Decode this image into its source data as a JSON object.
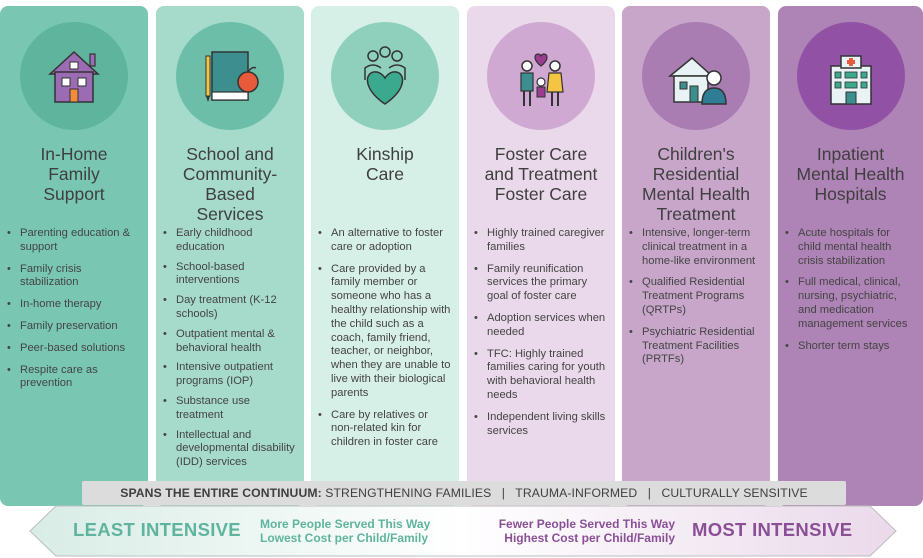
{
  "columns": [
    {
      "key": "in-home",
      "title_lines": [
        "In-Home",
        "Family",
        "Support"
      ],
      "icon": "house-icon",
      "bg": "#79c7b3",
      "circle": "#5fb49d",
      "items": [
        "Parenting education & support",
        "Family crisis stabilization",
        "In-home therapy",
        "Family preservation",
        "Peer-based solutions",
        "Respite care as prevention"
      ]
    },
    {
      "key": "school",
      "title_lines": [
        "School and",
        "Community-",
        "Based",
        "Services"
      ],
      "icon": "book-apple-icon",
      "bg": "#a6dacb",
      "circle": "#6cbea8",
      "items": [
        "Early childhood education",
        "School-based interventions",
        "Day treatment (K-12 schools)",
        "Outpatient mental & behavioral health",
        "Intensive outpatient programs (IOP)",
        "Substance use treatment",
        "Intellectual and developmental disability (IDD) services"
      ]
    },
    {
      "key": "kinship",
      "title_lines": [
        "Kinship",
        "Care"
      ],
      "icon": "family-heart-icon",
      "bg": "#d6efe7",
      "circle": "#8fd0bd",
      "items": [
        "An alternative to foster care or adoption",
        "Care provided by a family member or someone who has a healthy relationship with the child such as a coach, family friend, teacher, or neighbor, when they are unable to live with their biological parents",
        "Care by relatives or non-related kin for children in foster care"
      ]
    },
    {
      "key": "foster",
      "title_lines": [
        "Foster Care",
        "and Treatment",
        "Foster Care"
      ],
      "icon": "parents-child-icon",
      "bg": "#ead9ea",
      "circle": "#cfa9d2",
      "items": [
        "Highly trained caregiver families",
        "Family reunification services the primary goal of foster care",
        "Adoption services when needed",
        "TFC: Highly trained families caring for youth with behavioral health needs",
        "Independent living skills services"
      ]
    },
    {
      "key": "residential",
      "title_lines": [
        "Children's",
        "Residential",
        "Mental Health",
        "Treatment"
      ],
      "icon": "residential-home-icon",
      "bg": "#c7a6ca",
      "circle": "#a97cb2",
      "items": [
        "Intensive, longer-term clinical treatment in a home-like environment",
        "Qualified Residential Treatment Programs (QRTPs)",
        "Psychiatric Residential Treatment Facilities (PRTFs)"
      ]
    },
    {
      "key": "inpatient",
      "title_lines": [
        "Inpatient",
        "Mental Health",
        "Hospitals"
      ],
      "icon": "hospital-icon",
      "bg": "#ae83b5",
      "circle": "#9152a6",
      "items": [
        "Acute hospitals for child mental health crisis stabilization",
        "Full medical, clinical, nursing, psychiatric, and medication management services",
        "Shorter term stays"
      ]
    }
  ],
  "span_bar": {
    "label": "SPANS THE ENTIRE CONTINUUM:",
    "values": "STRENGTHENING FAMILIES   |   TRAUMA-INFORMED   |   CULTURALLY SENSITIVE"
  },
  "arrow": {
    "left_label": "LEAST INTENSIVE",
    "left_line1": "More People Served This Way",
    "left_line2": "Lowest Cost per Child/Family",
    "right_line1": "Fewer People Served This Way",
    "right_line2": "Highest Cost per Child/Family",
    "right_label": "MOST INTENSIVE",
    "left_color": "#5fb49d",
    "right_color": "#8a4f96"
  }
}
